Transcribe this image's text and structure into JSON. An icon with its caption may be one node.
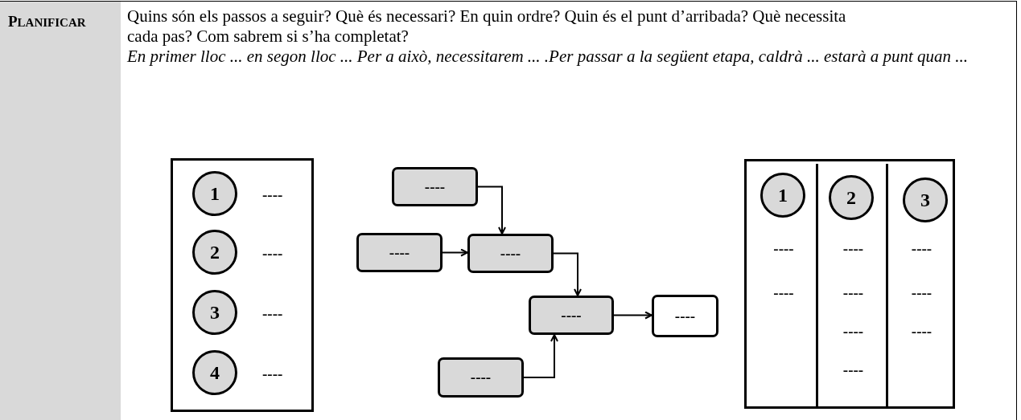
{
  "diagram": {
    "nodes": [
      {
        "text": [
          "PLANIFICAR"
        ]
      },
      {
        "text": [],
        "shape": "box"
      },
      {
        "text": [
          "1"
        ],
        "in": 1,
        "beside": [
          "----"
        ]
      },
      {
        "text": [
          "2"
        ],
        "in": 1,
        "beside": [
          "----"
        ]
      },
      {
        "text": [
          "3"
        ],
        "in": 1,
        "beside": [
          "----"
        ]
      },
      {
        "text": [
          "4"
        ],
        "in": 1,
        "beside": [
          "----"
        ]
      },
      {
        "text": [
          "----"
        ]
      },
      {
        "text": [
          "----"
        ]
      },
      {
        "text": [
          "----"
        ]
      },
      {
        "text": [
          "----"
        ]
      },
      {
        "text": [
          "----"
        ]
      },
      {
        "text": [
          "----"
        ]
      },
      {
        "text": [],
        "shape": "box"
      },
      {
        "text": [
          "----",
          "----"
        ],
        "in": 12
      },
      {
        "text": [
          "----",
          "----",
          "----",
          "----"
        ],
        "in": 12
      },
      {
        "text": [
          "----",
          "----",
          "----"
        ],
        "in": 12
      },
      {
        "text": [
          "1"
        ],
        "in": 13
      },
      {
        "text": [
          "2"
        ],
        "in": 14
      },
      {
        "text": [
          "3"
        ],
        "in": 15
      }
    ],
    "edges": [
      {
        "from": 6,
        "to": 8,
        "arrow": "to"
      },
      {
        "from": 7,
        "to": 8,
        "arrow": "to"
      },
      {
        "from": 8,
        "to": 9,
        "arrow": "to"
      },
      {
        "from": 9,
        "to": 10,
        "arrow": "to"
      },
      {
        "from": 11,
        "to": 9,
        "arrow": "to"
      }
    ],
    "labels": [
      "Quins són els passos a seguir? Què és necessari? En quin ordre? Quin és el punt d’arribada? Què necessita cada pas? Com sabrem si s’ha completat?",
      "En primer lloc ... en segon lloc ... Per a això, necessitarem ... .Per passar a la següent etapa, caldrà ... estarà a punt quan ..."
    ]
  }
}
